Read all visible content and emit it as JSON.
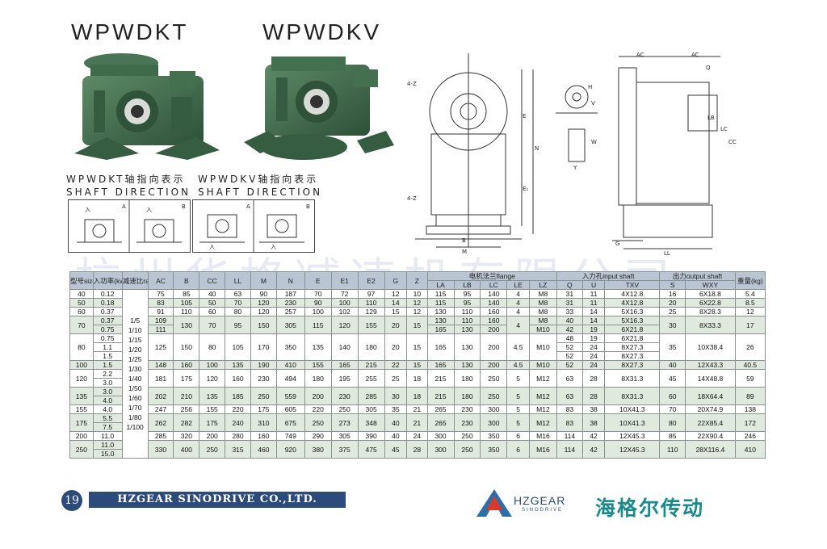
{
  "titles": {
    "left": "WPWDKT",
    "right": "WPWDKV"
  },
  "shaft": {
    "left_cn": "WPWDKT轴指向表示",
    "left_en": "SHAFT DIRECTION",
    "right_cn": "WPWDKV轴指向表示",
    "right_en": "SHAFT DIRECTION"
  },
  "watermark": "杭州华格减速机有限公司",
  "table": {
    "header1": [
      "型号size",
      "入功率(kw)",
      "减速比ratio",
      "AC",
      "B",
      "CC",
      "LL",
      "M",
      "N",
      "E",
      "E1",
      "E2",
      "G",
      "Z",
      "电机法兰flange",
      "入力孔input shaft",
      "出力output shaft",
      "重量(kg)"
    ],
    "flange_sub": [
      "LA",
      "LB",
      "LC",
      "LE",
      "LZ"
    ],
    "input_sub": [
      "Q",
      "U",
      "TXV"
    ],
    "output_sub": [
      "S",
      "WXY"
    ],
    "ratios": [
      "1/5",
      "1/10",
      "1/15",
      "1/20",
      "1/25",
      "1/30",
      "1/40",
      "1/50",
      "1/60",
      "1/70",
      "1/80",
      "1/100"
    ],
    "rows": [
      {
        "size": "40",
        "kw": [
          "0.12"
        ],
        "vals": [
          "75",
          "85",
          "40",
          "63",
          "90",
          "187",
          "70",
          "72",
          "97",
          "12",
          "10",
          "115",
          "95",
          "140",
          "4",
          "M8"
        ],
        "q": "31",
        "u": "11",
        "txv": "4X12.8",
        "s": "16",
        "wxy": "6X18.8",
        "kg": "5.4"
      },
      {
        "size": "50",
        "kw": [
          "0.18"
        ],
        "vals": [
          "83",
          "105",
          "50",
          "70",
          "120",
          "230",
          "90",
          "100",
          "110",
          "14",
          "12",
          "115",
          "95",
          "140",
          "4",
          "M8"
        ],
        "q": "31",
        "u": "11",
        "txv": "4X12.8",
        "s": "20",
        "wxy": "6X22.8",
        "kg": "8.5"
      },
      {
        "size": "60",
        "kw": [
          "0.37"
        ],
        "vals": [
          "91",
          "110",
          "60",
          "80",
          "120",
          "257",
          "100",
          "102",
          "129",
          "15",
          "12",
          "130",
          "110",
          "160",
          "4",
          "M8"
        ],
        "q": "33",
        "u": "14",
        "txv": "5X16.3",
        "s": "25",
        "wxy": "8X28.3",
        "kg": "12"
      },
      {
        "size": "70",
        "kw": [
          "0.37",
          "0.75"
        ],
        "vals": [
          "109|111",
          "130",
          "70",
          "95",
          "150",
          "305",
          "115",
          "120",
          "155",
          "20",
          "15",
          "130|165",
          "110|130",
          "160|200",
          "4",
          "M8|M10"
        ],
        "q": "40|42",
        "u": "14|19",
        "txv": "5X16.3|6X21.8",
        "s": "30",
        "wxy": "8X33.3",
        "kg": "17"
      },
      {
        "size": "80",
        "kw": [
          "0.75",
          "1.1",
          "1.5"
        ],
        "vals": [
          "125",
          "150",
          "80",
          "105",
          "170",
          "350",
          "135",
          "140",
          "180",
          "20",
          "15",
          "165",
          "130",
          "200",
          "4.5",
          "M10"
        ],
        "q": "48|52|52",
        "u": "19|24|24",
        "txv": "6X21.8|8X27.3|8X27.3",
        "s": "35",
        "wxy": "10X38.4",
        "kg": "26"
      },
      {
        "size": "100",
        "kw": [
          "1.5"
        ],
        "vals": [
          "148",
          "160",
          "100",
          "135",
          "190",
          "410",
          "155",
          "165",
          "215",
          "22",
          "15",
          "165",
          "130",
          "200",
          "4.5",
          "M10"
        ],
        "q": "52",
        "u": "24",
        "txv": "8X27.3",
        "s": "40",
        "wxy": "12X43.3",
        "kg": "40.5"
      },
      {
        "size": "120",
        "kw": [
          "2.2",
          "3.0"
        ],
        "vals": [
          "181",
          "175",
          "120",
          "160",
          "230",
          "494",
          "180",
          "195",
          "255",
          "25",
          "18",
          "215",
          "180",
          "250",
          "5",
          "M12"
        ],
        "q": "63",
        "u": "28",
        "txv": "8X31.3",
        "s": "45",
        "wxy": "14X48.8",
        "kg": "59"
      },
      {
        "size": "135",
        "kw": [
          "3.0",
          "4.0"
        ],
        "vals": [
          "202",
          "210",
          "135",
          "185",
          "250",
          "559",
          "200",
          "230",
          "285",
          "30",
          "18",
          "215",
          "180",
          "250",
          "5",
          "M12"
        ],
        "q": "63",
        "u": "28",
        "txv": "8X31.3",
        "s": "60",
        "wxy": "18X64.4",
        "kg": "89"
      },
      {
        "size": "155",
        "kw": [
          "4.0"
        ],
        "vals": [
          "247",
          "256",
          "155",
          "220",
          "175",
          "605",
          "220",
          "250",
          "305",
          "35",
          "21",
          "265",
          "230",
          "300",
          "5",
          "M12"
        ],
        "q": "83",
        "u": "38",
        "txv": "10X41.3",
        "s": "70",
        "wxy": "20X74.9",
        "kg": "138"
      },
      {
        "size": "175",
        "kw": [
          "5.5",
          "7.5"
        ],
        "vals": [
          "262",
          "282",
          "175",
          "240",
          "310",
          "675",
          "250",
          "273",
          "348",
          "40",
          "21",
          "265",
          "230",
          "300",
          "5",
          "M12"
        ],
        "q": "83",
        "u": "38",
        "txv": "10X41.3",
        "s": "80",
        "wxy": "22X85.4",
        "kg": "172"
      },
      {
        "size": "200",
        "kw": [
          "11.0"
        ],
        "vals": [
          "285",
          "320",
          "200",
          "280",
          "160",
          "749",
          "290",
          "305",
          "390",
          "40",
          "24",
          "300",
          "250",
          "350",
          "6",
          "M16"
        ],
        "q": "114",
        "u": "42",
        "txv": "12X45.3",
        "s": "85",
        "wxy": "22X90.4",
        "kg": "246"
      },
      {
        "size": "250",
        "kw": [
          "11.0",
          "15.0"
        ],
        "vals": [
          "330",
          "400",
          "250",
          "315",
          "460",
          "920",
          "380",
          "375",
          "475",
          "45",
          "28",
          "300",
          "250",
          "350",
          "6",
          "M16"
        ],
        "q": "114",
        "u": "42",
        "txv": "12X45.3",
        "s": "110",
        "wxy": "28X116.4",
        "kg": "410"
      }
    ]
  },
  "footer": {
    "page": "19",
    "company": "HZGEAR SINODRIVE CO.,LTD.",
    "brand_en": "HZGEAR",
    "brand_sub": "SINODRIVE",
    "brand_cn": "海格尔传动"
  },
  "colors": {
    "gear_green": "#3f6b4a",
    "header_blue": "#b9c5d2",
    "row_green": "#dfe9dd",
    "navy": "#2c4a7a"
  }
}
